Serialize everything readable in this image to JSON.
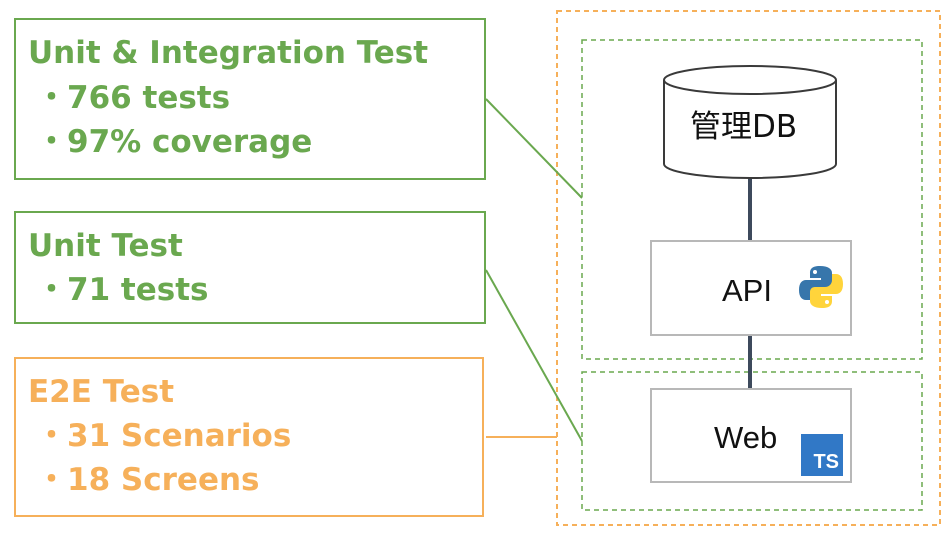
{
  "colors": {
    "green": "#6aa84f",
    "orange": "#f6b05a",
    "node_border": "#b8b8b8",
    "connector": "#3d4a5c",
    "python_blue": "#3776ab",
    "python_yellow": "#ffd43b",
    "ts_blue": "#3178c6"
  },
  "test_boxes": {
    "integration": {
      "title": "Unit & Integration Test",
      "items": [
        "・766 tests",
        "・97% coverage"
      ]
    },
    "unit": {
      "title": "Unit Test",
      "items": [
        "・71 tests"
      ]
    },
    "e2e": {
      "title": "E2E Test",
      "items": [
        "・31 Scenarios",
        "・18 Screens"
      ]
    }
  },
  "nodes": {
    "db": {
      "label": "管理DB",
      "shape": "cylinder"
    },
    "api": {
      "label": "API",
      "icon": "python-logo-icon"
    },
    "web": {
      "label": "Web",
      "icon": "typescript-logo-icon",
      "badge_text": "TS"
    }
  }
}
